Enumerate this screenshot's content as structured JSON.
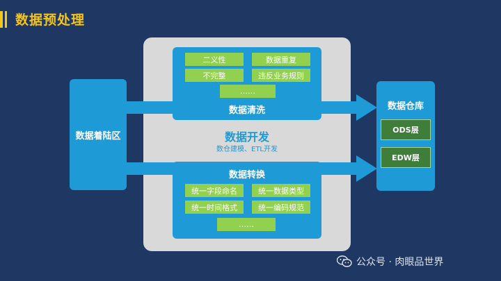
{
  "header": {
    "title": "数据预处理"
  },
  "landing_zone": {
    "label": "数据着陆区"
  },
  "cleaning": {
    "label": "数据清洗",
    "tags": [
      "二义性",
      "数据重复",
      "不完整",
      "违反业务规则",
      "……"
    ]
  },
  "development": {
    "title": "数据开发",
    "subtitle": "数仓建模、ETL开发"
  },
  "transform": {
    "label": "数据转换",
    "tags": [
      "统一字段命名",
      "统一数据类型",
      "统一时间格式",
      "统一编码规范",
      "……"
    ]
  },
  "warehouse": {
    "label": "数据仓库",
    "layers": [
      "ODS层",
      "EDW层"
    ]
  },
  "watermark": {
    "text": "公众号 · 肉眼品世界",
    "icon": "wechat-icon"
  },
  "colors": {
    "background": "#1f3763",
    "accent_yellow": "#f5c518",
    "box_blue": "#1e9ad6",
    "tag_green": "#92d050",
    "layer_green": "#3f7d3a",
    "panel_gray": "#d9d9d9"
  }
}
